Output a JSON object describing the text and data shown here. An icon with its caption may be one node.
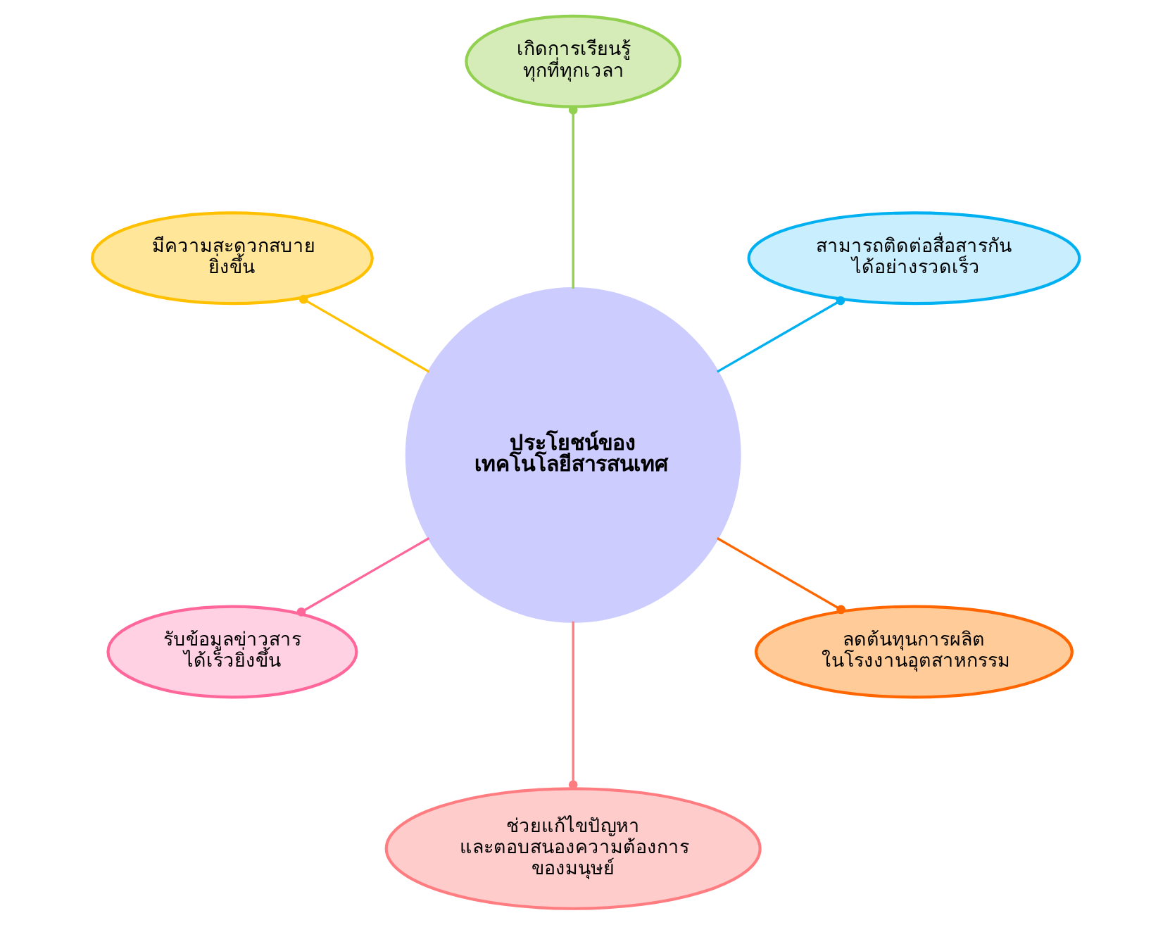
{
  "diagram": {
    "nodes": [
      {
        "text": [
          "เกิดการเรียนรู้ ทุกที่ทุกเวลา"
        ]
      },
      {
        "text": [
          "มีความสะดวกสบาย ยิ่งขึ้น"
        ]
      },
      {
        "text": [
          "สามารถติดต่อสื่อสารกัน ได้อย่างรวดเร็ว"
        ]
      },
      {
        "text": [
          "ประโยชน์ของ เทคโนโลยีสารสนเทศ"
        ]
      },
      {
        "text": [
          "รับข้อมูลข่าวสาร ได้เร็วยิ่งขึ้น"
        ]
      },
      {
        "text": [
          "ลดต้นทุนการผลิต ในโรงงานอุตสาหกรรม"
        ]
      },
      {
        "text": [
          "ช่วยแก้ไขปัญหา และตอบสนองความต้องการ ของมนุษย์"
        ]
      }
    ],
    "edges": [
      {
        "from": 3,
        "to": 0,
        "arrow": "other",
        "color": "#92d050"
      },
      {
        "from": 3,
        "to": 1,
        "arrow": "other",
        "color": "#ffc000"
      },
      {
        "from": 3,
        "to": 2,
        "arrow": "other",
        "color": "#00b0f0"
      },
      {
        "from": 3,
        "to": 4,
        "arrow": "other",
        "color": "#ff6699"
      },
      {
        "from": 3,
        "to": 5,
        "arrow": "other",
        "color": "#ff6600"
      },
      {
        "from": 3,
        "to": 6,
        "arrow": "other",
        "color": "#ff7c80"
      }
    ]
  }
}
